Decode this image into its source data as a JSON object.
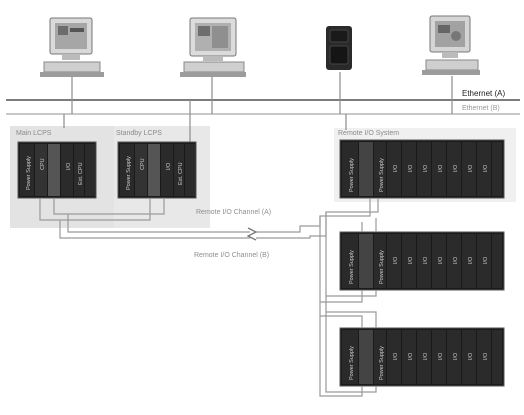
{
  "network": {
    "ethernet_a": "Ethernet (A)",
    "ethernet_b": "Ethernet (B)"
  },
  "groups": {
    "main_lcp": "Main LCPS",
    "standby_lcp": "Standby LCPS",
    "remote_io": "Remote I/O System"
  },
  "channels": {
    "a": "Remote I/O Channel (A)",
    "b": "Remote I/O Channel (B)"
  },
  "modules": {
    "power_supply": "Power Supply",
    "cpu": "CPU",
    "io": "I/O",
    "ext_cpu": "Ext. CPU",
    "io_short": "I/O"
  },
  "colors": {
    "bus": "#8c8c8c",
    "cable": "#9a9a9a",
    "rack_fill": "#1b1b1b",
    "panel_bg": "#e6e6e6",
    "io_panel_bg": "#efefef"
  }
}
